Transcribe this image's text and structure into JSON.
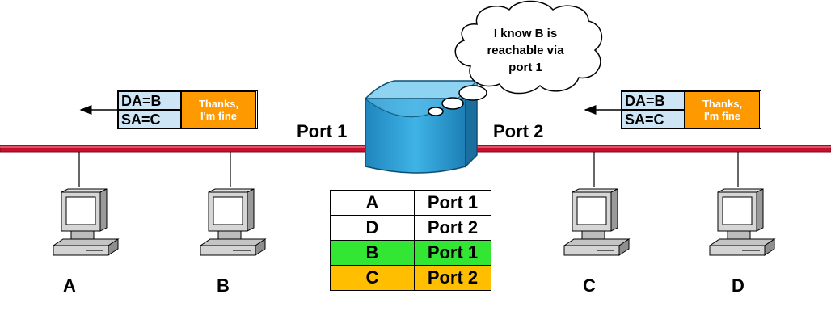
{
  "ports": {
    "left": "Port 1",
    "right": "Port 2"
  },
  "hosts": [
    {
      "label": "A"
    },
    {
      "label": "B"
    },
    {
      "label": "C"
    },
    {
      "label": "D"
    }
  ],
  "thought": {
    "line1": "I know B is",
    "line2": "reachable via",
    "line3": "port 1"
  },
  "frames": [
    {
      "da": "DA=B",
      "sa": "SA=C",
      "payload_line1": "Thanks,",
      "payload_line2": "I'm fine",
      "direction": "left"
    },
    {
      "da": "DA=B",
      "sa": "SA=C",
      "payload_line1": "Thanks,",
      "payload_line2": "I'm fine",
      "direction": "left"
    }
  ],
  "mac_table": {
    "rows": [
      {
        "host": "A",
        "port": "Port 1",
        "color": "#ffffff"
      },
      {
        "host": "D",
        "port": "Port 2",
        "color": "#ffffff"
      },
      {
        "host": "B",
        "port": "Port 1",
        "color": "#33e633"
      },
      {
        "host": "C",
        "port": "Port 2",
        "color": "#ffbf00"
      }
    ]
  },
  "colors": {
    "lan_bus": "#c8102e",
    "switch": "#2a9fd6",
    "frame_address": "#cde5f5",
    "frame_payload": "#ff9900"
  },
  "icons": [
    "desktop-computer-icon",
    "switch-icon",
    "thought-cloud-icon"
  ]
}
